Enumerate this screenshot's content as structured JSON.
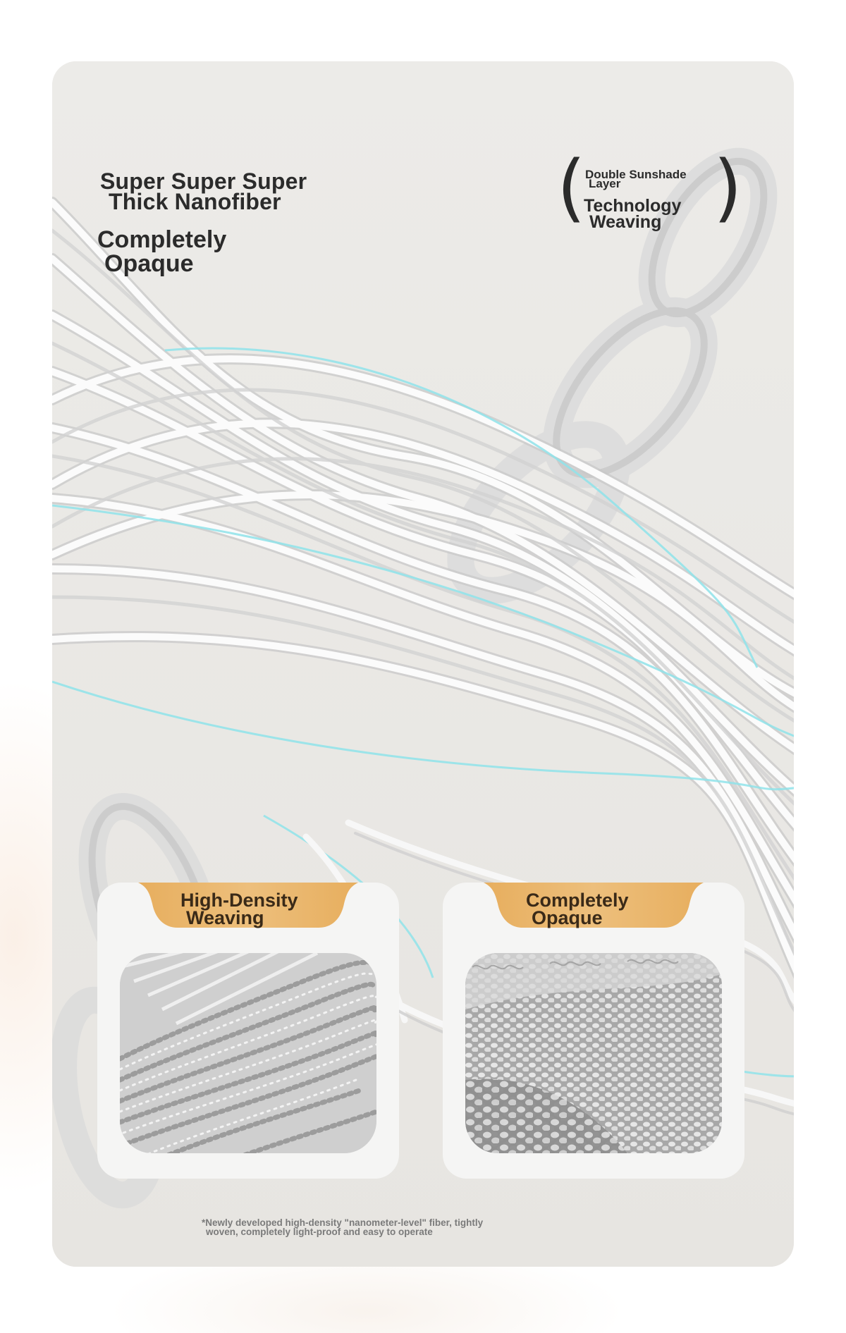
{
  "headline": {
    "line1": "Super Super Super",
    "line2": "Thick Nanofiber"
  },
  "subheadline": {
    "line1": "Completely",
    "line2": "Opaque"
  },
  "technology": {
    "small_line1": "Double Sunshade",
    "small_line2": "Layer",
    "large_line1": "Technology",
    "large_line2": "Weaving"
  },
  "features": [
    {
      "label_line1": "High-Density",
      "label_line2": "Weaving",
      "icon": "woven-fiber-closeup"
    },
    {
      "label_line1": "Completely",
      "label_line2": "Opaque",
      "icon": "dense-fabric-closeup"
    }
  ],
  "footnote": {
    "line1": "*Newly developed high-density \"nanometer-level\" fiber, tightly",
    "line2": "woven, completely light-proof and easy to operate"
  },
  "colors": {
    "card_background": "#ebe9e5",
    "fiber": "#fdfdfd",
    "fiber_shadow": "#c9c9c9",
    "accent_cyan": "#8fe3ea",
    "tab_gold": "#e8b36a",
    "text_dark": "#2b2b2b"
  }
}
